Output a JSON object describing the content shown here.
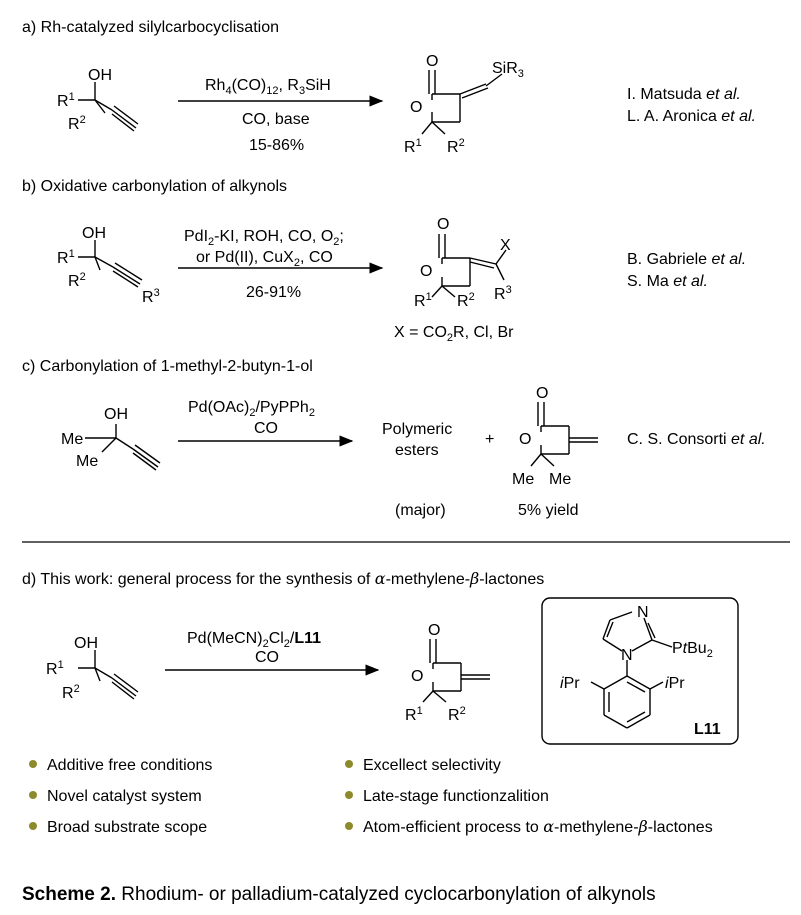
{
  "sections": {
    "a": {
      "heading": "a) Rh-catalyzed silylcarbocyclisation",
      "reagent_line1": "Rh4(CO)12, R3SiH",
      "reagent_line2": "CO, base",
      "yield": "15-86%",
      "refs": [
        "I. Matsuda et al.",
        "L. A. Aronica et al."
      ]
    },
    "b": {
      "heading": "b) Oxidative carbonylation of alkynols",
      "reagent_line1": "PdI2-KI, ROH, CO, O2;",
      "reagent_line2": "or Pd(II), CuX2, CO",
      "yield": "26-91%",
      "x_def": "X = CO2R, Cl, Br",
      "refs": [
        "B. Gabriele et al.",
        "S. Ma et al."
      ]
    },
    "c": {
      "heading": "c) Carbonylation of 1-methyl-2-butyn-1-ol",
      "reagent_line1": "Pd(OAc)2/PyPPh2",
      "reagent_line2": "CO",
      "product1_line1": "Polymeric",
      "product1_line2": "esters",
      "plus": "+",
      "major": "(major)",
      "minor_yield": "5% yield",
      "refs": [
        "C. S. Consorti et al."
      ]
    },
    "d": {
      "heading": "d) This work: general process for the synthesis of α-methylene-β-lactones",
      "reagent_line1": "Pd(MeCN)2Cl2/L11",
      "reagent_line2": "CO",
      "ligand_label": "L11",
      "bullets_left": [
        "Additive free conditions",
        "Novel catalyst system",
        "Broad substrate scope"
      ],
      "bullets_right": [
        "Excellect selectivity",
        "Late-stage functionzalition",
        "Atom-efficient process to α-methylene-β-lactones"
      ]
    }
  },
  "caption": {
    "label": "Scheme 2.",
    "text": " Rhodium- or palladium-catalyzed cyclocarbonylation of alkynols"
  },
  "atoms": {
    "OH": "OH",
    "O": "O",
    "N": "N",
    "Me": "Me",
    "R": "R",
    "X": "X",
    "SiR3": "SiR3",
    "PtBu2": "PtBu2",
    "iPr": "iPr"
  },
  "colors": {
    "bullet": "#8c8a2a",
    "text": "#000000"
  }
}
